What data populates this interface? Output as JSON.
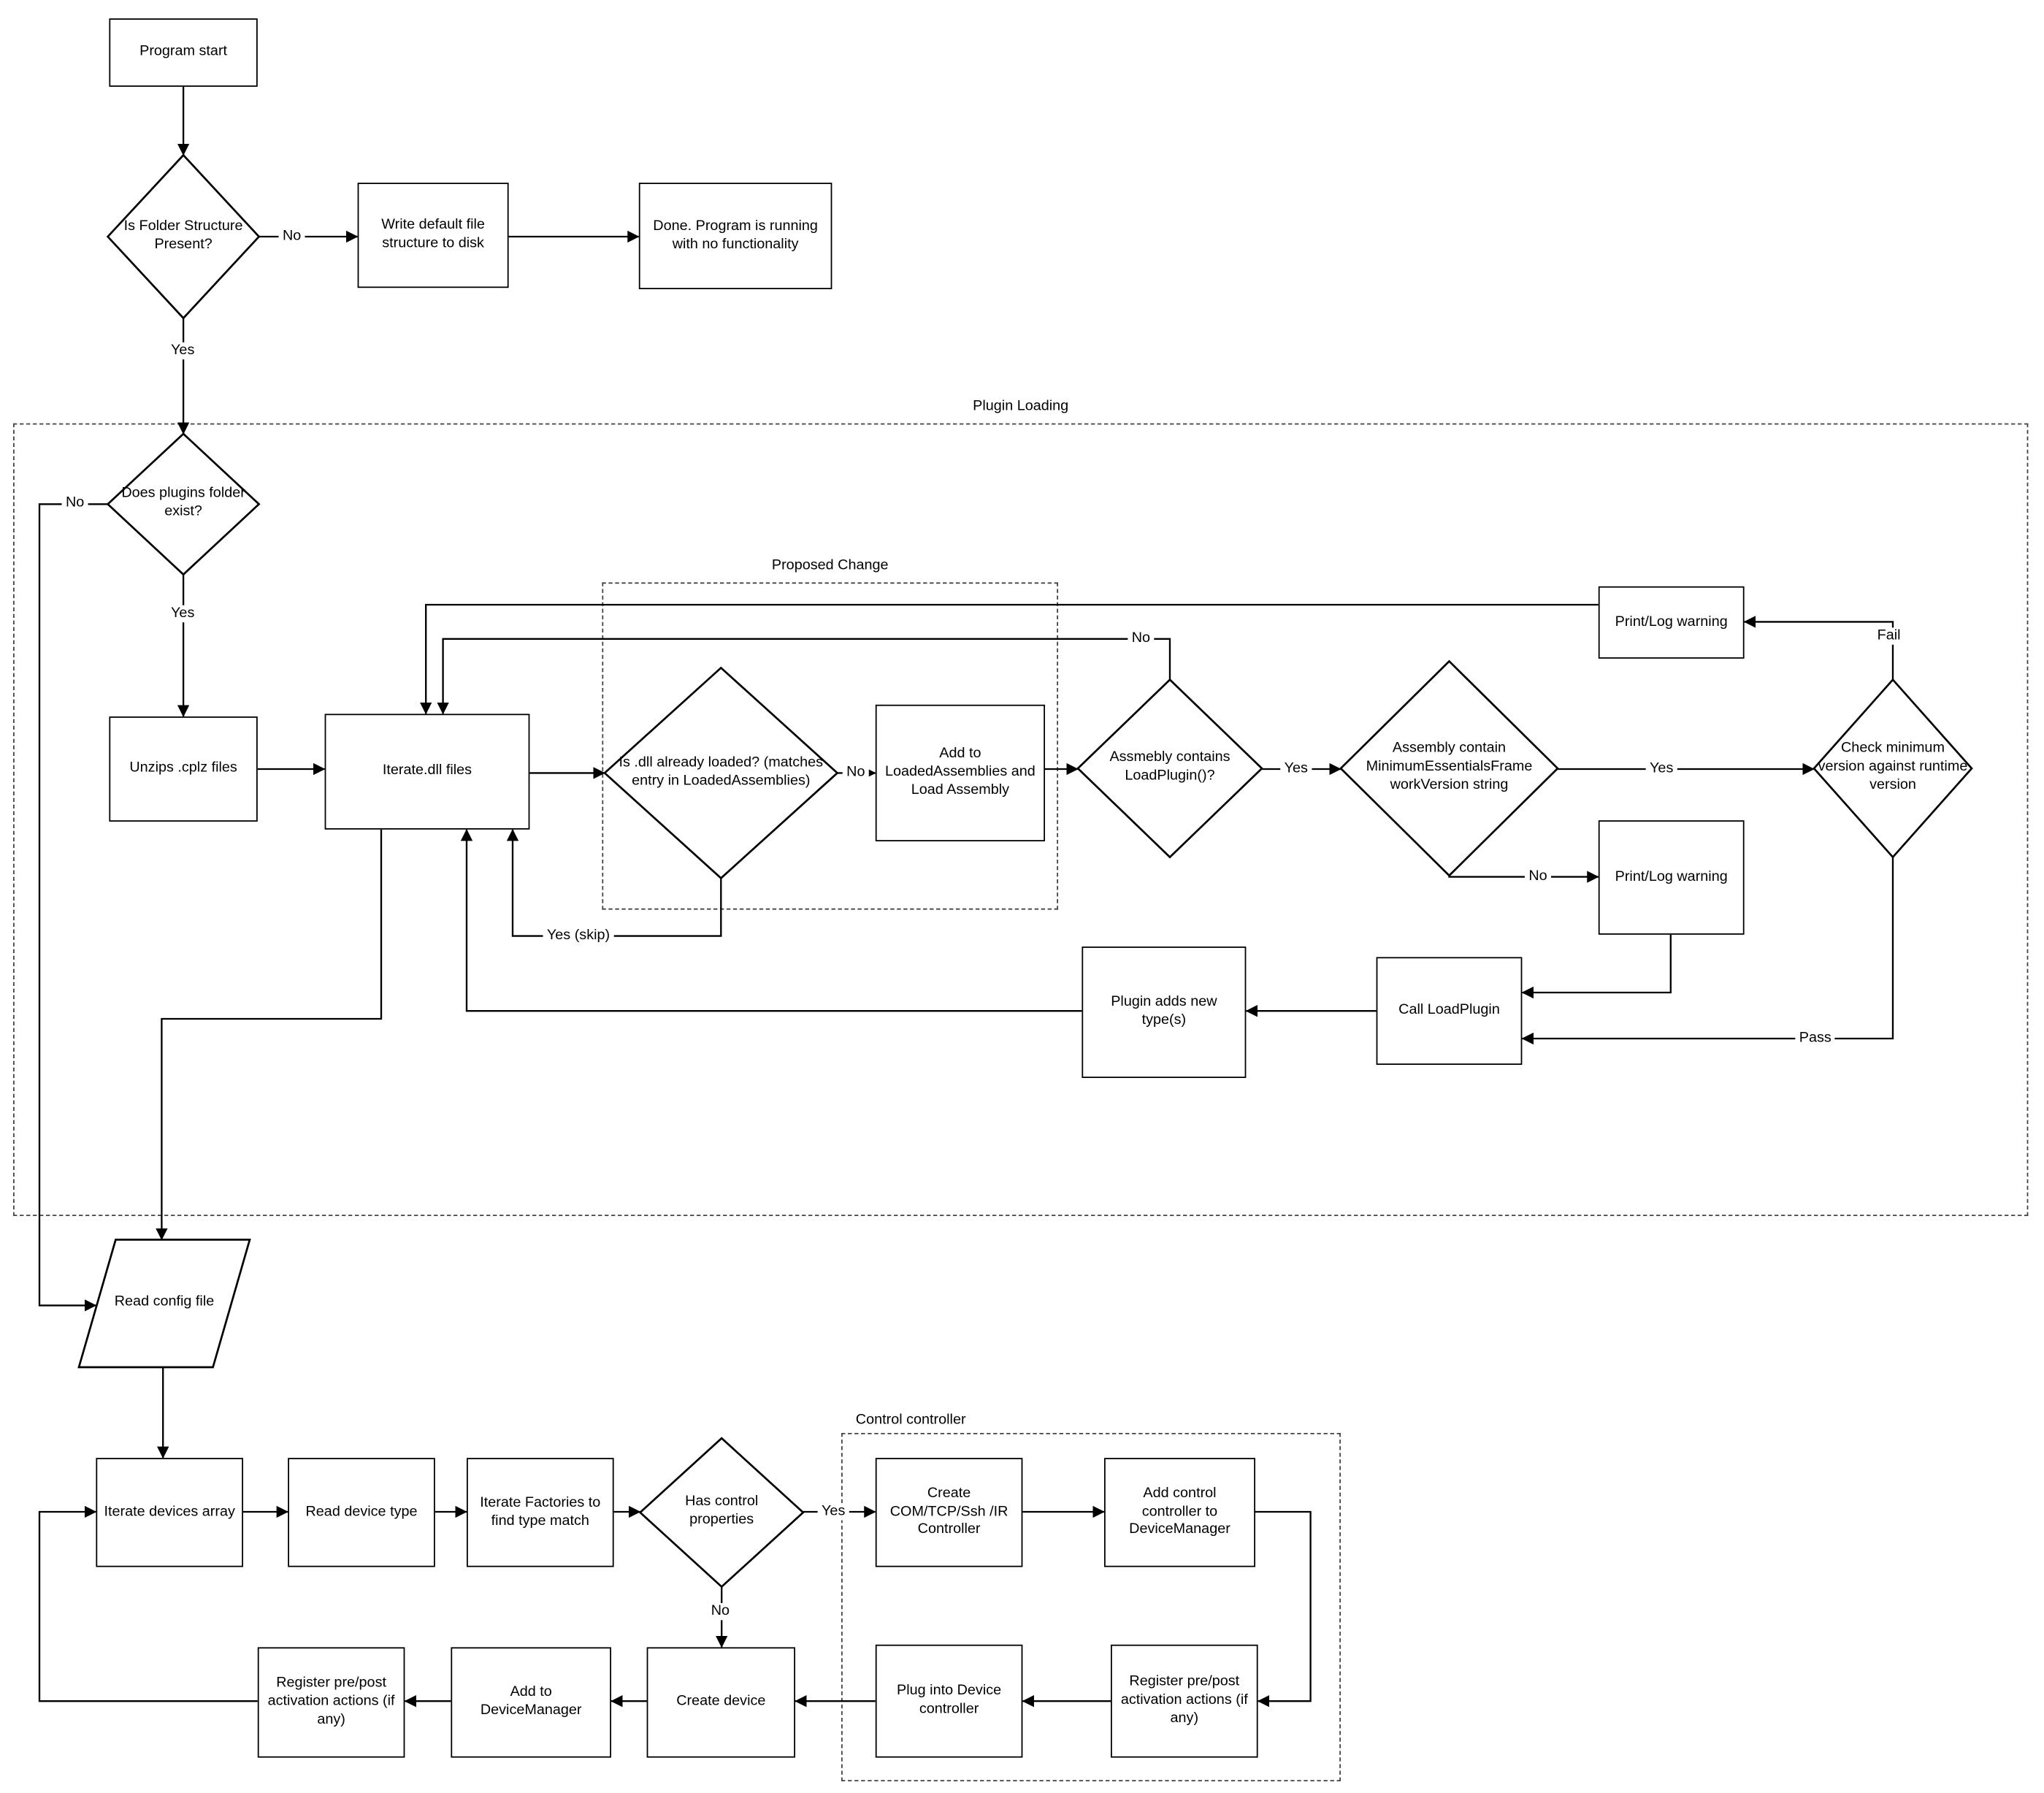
{
  "diagram": {
    "colors": {
      "stroke": "#000000",
      "background": "#ffffff"
    },
    "containers": {
      "plugin_loading": "Plugin Loading",
      "proposed_change": "Proposed Change",
      "control_controller": "Control controller"
    },
    "nodes": {
      "program_start": {
        "label": "Program start"
      },
      "folder_check": {
        "label": "Is Folder Structure Present?"
      },
      "write_default": {
        "label": "Write default file structure to disk"
      },
      "done": {
        "label": "Done.  Program is running with no functionality"
      },
      "plugins_exist": {
        "label": "Does plugins folder exist?"
      },
      "unzip": {
        "label": "Unzips .cplz files"
      },
      "iterate_dll": {
        "label": "Iterate.dll files"
      },
      "dll_loaded": {
        "label": "Is .dll already loaded? (matches entry in LoadedAssemblies)"
      },
      "add_loaded": {
        "label": "Add to LoadedAssemblies and Load Assembly"
      },
      "contains_loadplugin": {
        "label": "Assmebly contains LoadPlugin()?"
      },
      "contains_minver": {
        "label": "Assembly contain MinimumEssentialsFrameworkVersion string"
      },
      "check_minver": {
        "label": "Check minimum version against runtime version"
      },
      "printlog_fail": {
        "label": "Print/Log warning"
      },
      "printlog_nover": {
        "label": "Print/Log warning"
      },
      "call_loadplugin": {
        "label": "Call LoadPlugin"
      },
      "plugin_adds": {
        "label": "Plugin adds new type(s)"
      },
      "read_config": {
        "label": "Read config file"
      },
      "iterate_devices": {
        "label": "Iterate devices array"
      },
      "read_device_type": {
        "label": "Read device type"
      },
      "iterate_factories": {
        "label": "Iterate Factories to find type match"
      },
      "has_control": {
        "label": "Has control properties"
      },
      "create_controller": {
        "label": "Create COM/TCP/Ssh /IR Controller"
      },
      "add_controller": {
        "label": "Add control controller to DeviceManager"
      },
      "register_ctrl": {
        "label": "Register pre/post activation actions (if any)"
      },
      "plug_into": {
        "label": "Plug into Device controller"
      },
      "create_device": {
        "label": "Create device"
      },
      "add_devicemanager": {
        "label": "Add to DeviceManager"
      },
      "register_dev": {
        "label": "Register pre/post activation actions (if any)"
      }
    },
    "edge_labels": {
      "folder_no": "No",
      "folder_yes": "Yes",
      "plugins_no": "No",
      "plugins_yes": "Yes",
      "dll_no": "No",
      "dll_yes_skip": "Yes (skip)",
      "loadplugin_no": "No",
      "loadplugin_yes": "Yes",
      "minver_yes": "Yes",
      "minver_no": "No",
      "check_fail": "Fail",
      "check_pass": "Pass",
      "control_yes": "Yes",
      "control_no": "No"
    }
  }
}
